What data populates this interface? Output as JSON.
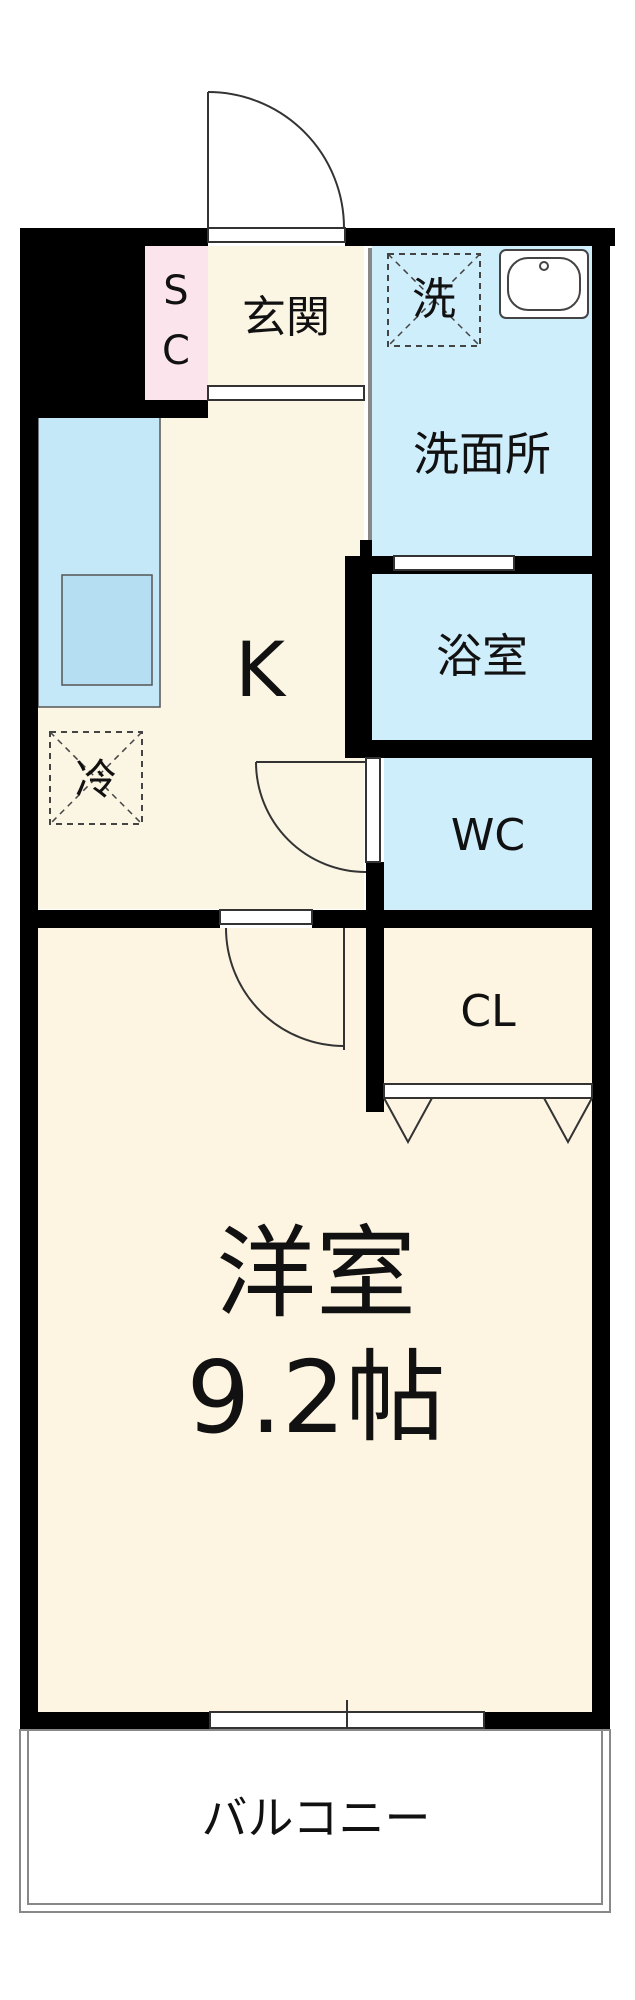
{
  "rooms": {
    "shoe_closet_top": "S",
    "shoe_closet_bottom": "C",
    "entrance": "玄関",
    "washer_mark": "洗",
    "washroom": "洗面所",
    "kitchen": "K",
    "fridge_mark": "冷",
    "bath": "浴室",
    "toilet": "WC",
    "closet": "CL",
    "western_room": "洋室",
    "western_room_size": "9.2帖",
    "balcony": "バルコニー"
  },
  "colors": {
    "wall": "#000000",
    "kitchen_floor": "#fbf5e3",
    "room_floor": "#fdf5e2",
    "wet_area": "#cfeefc",
    "closet": "#fce4ec",
    "counter": "#c5e8f8",
    "frame": "#888888"
  }
}
